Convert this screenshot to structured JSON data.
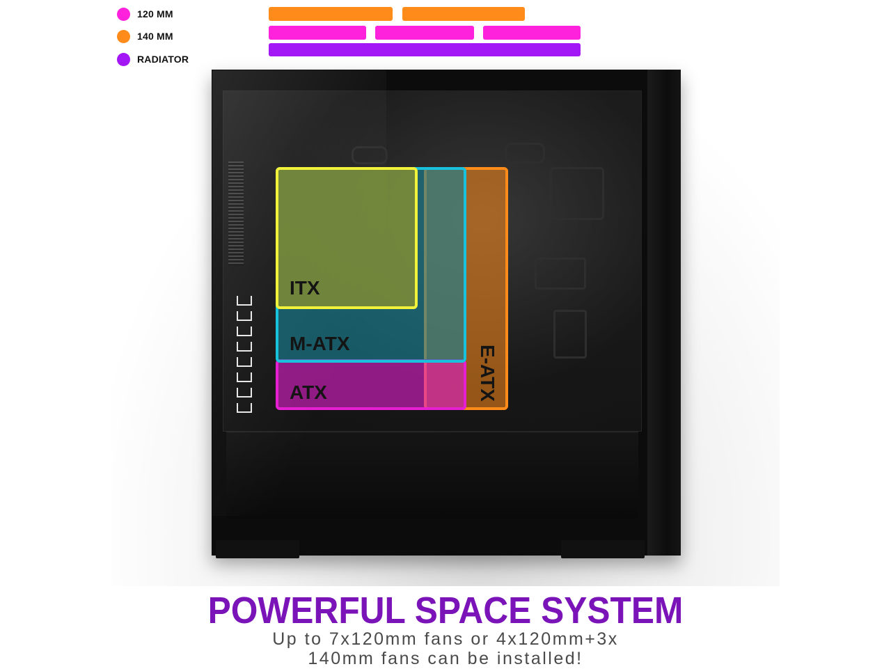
{
  "legend": [
    {
      "label": "120 MM",
      "color": "#ff22dd"
    },
    {
      "label": "140 MM",
      "color": "#ff8c1a"
    },
    {
      "label": "RADIATOR",
      "color": "#a316f5"
    }
  ],
  "colors": {
    "fan_120": "#ff22dd",
    "fan_140": "#ff8c1a",
    "radiator": "#a316f5",
    "itx": "#f2f23a",
    "matx": "#19c2dc",
    "atx": "#e61fd2",
    "eatx": "#ff8c1a",
    "headline": "#7a13b8"
  },
  "boards": {
    "itx": "ITX",
    "matx": "M-ATX",
    "atx": "ATX",
    "eatx": "E-ATX"
  },
  "headline": "POWERFUL SPACE SYSTEM",
  "subtitle": {
    "line1": "Up to 7x120mm fans or 4x120mm+3x",
    "line2": "140mm fans can be installed!"
  }
}
